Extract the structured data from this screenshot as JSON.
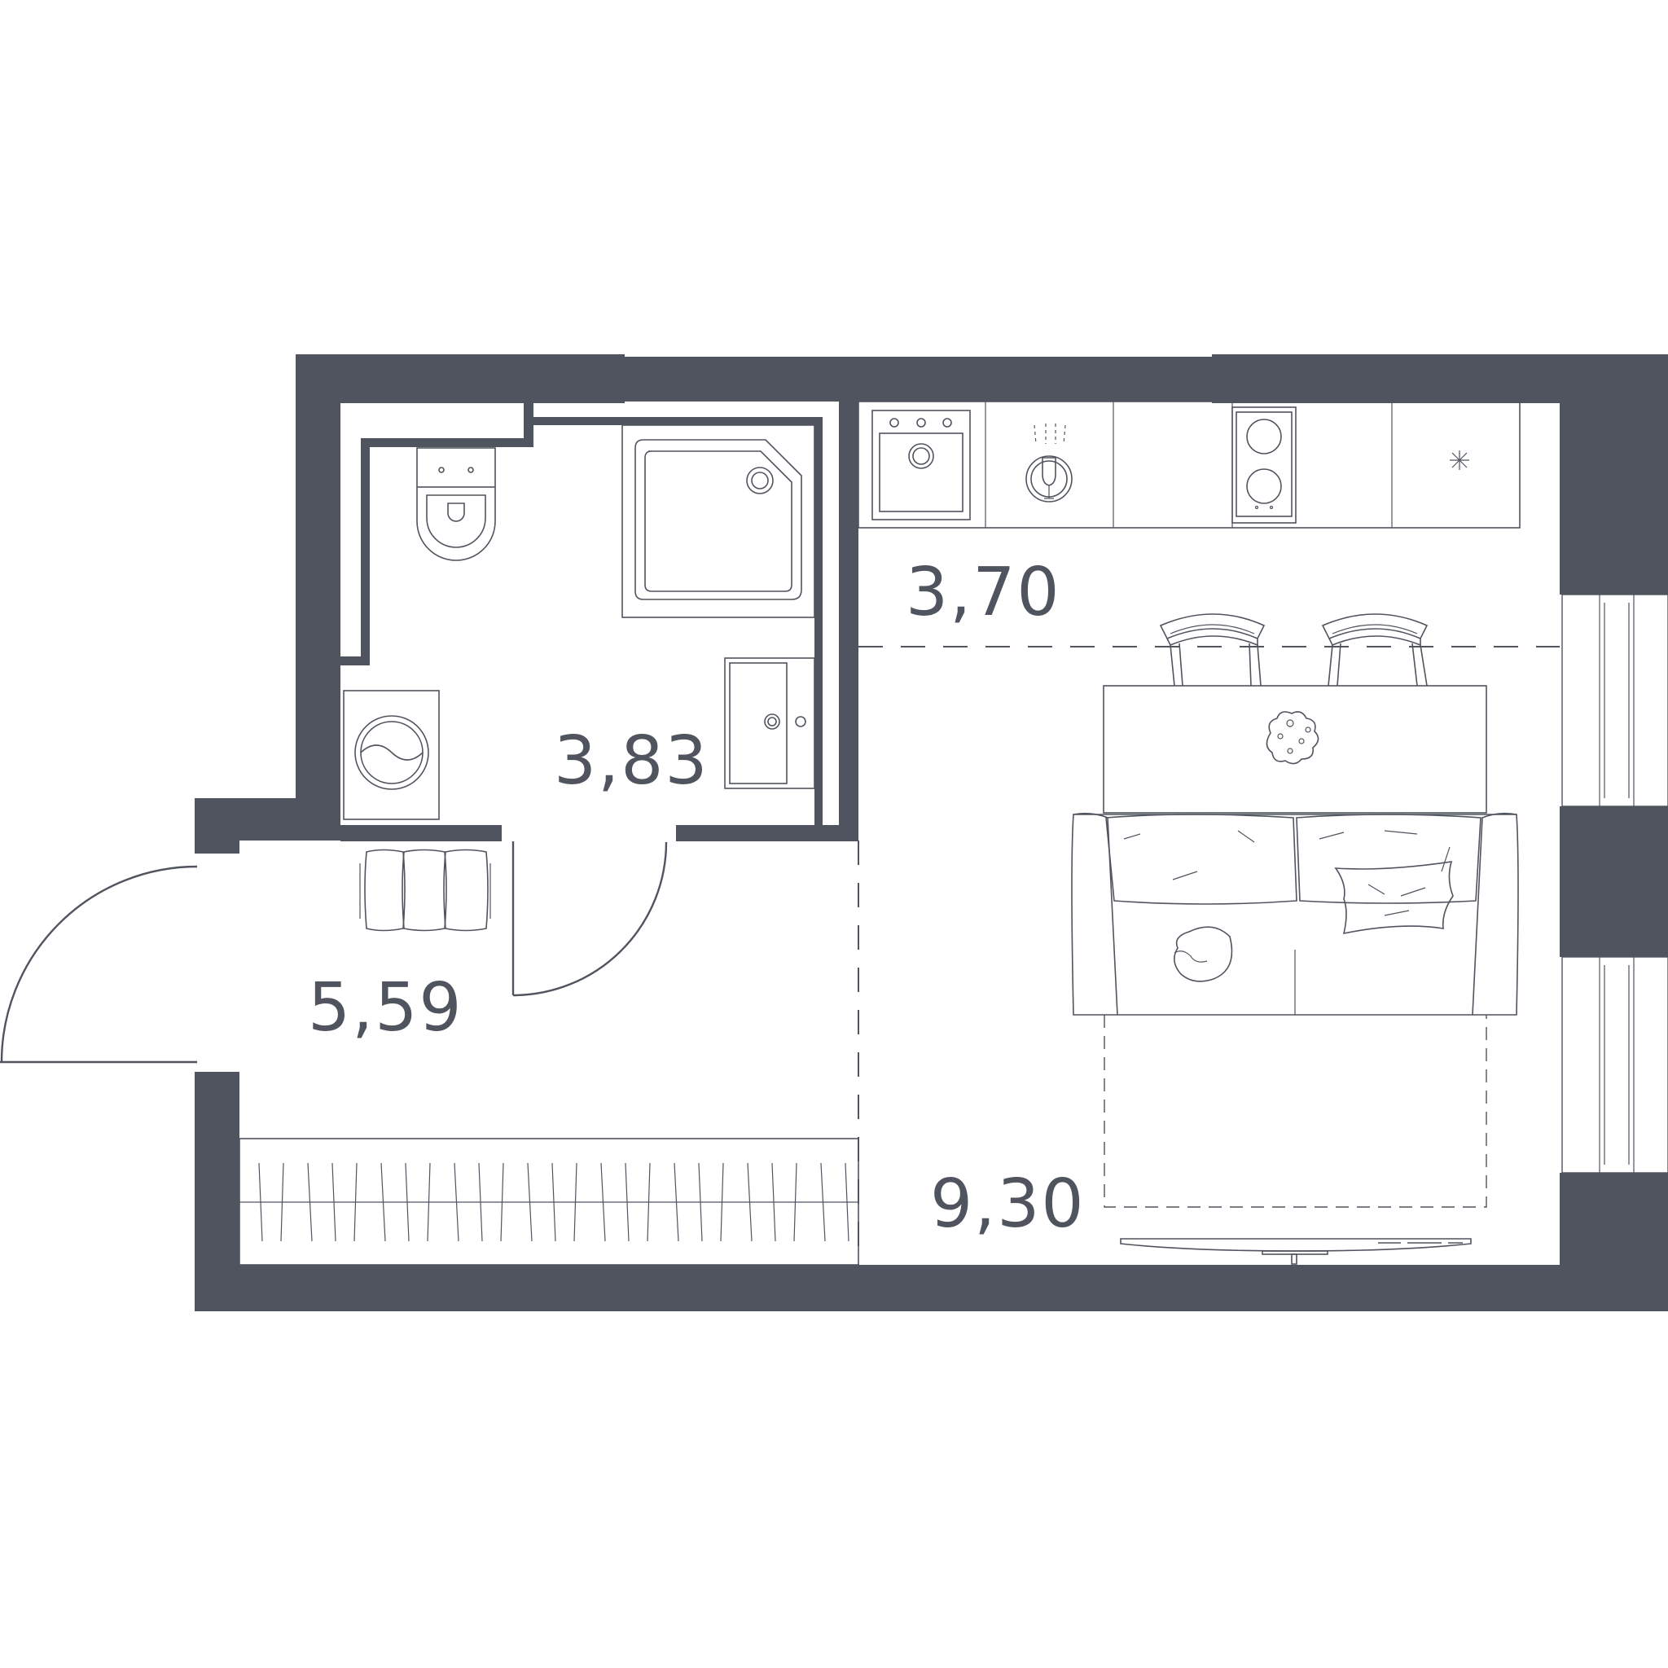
{
  "rooms": {
    "bathroom": {
      "area": "3,83"
    },
    "kitchen": {
      "area": "3,70"
    },
    "hallway": {
      "area": "5,59"
    },
    "living": {
      "area": "9,30"
    }
  },
  "colors": {
    "wall": "#50545f",
    "background": "#ffffff"
  }
}
